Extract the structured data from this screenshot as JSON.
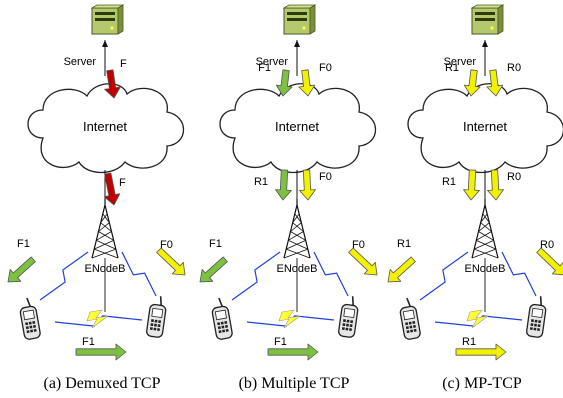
{
  "colors": {
    "red": "#c00000",
    "green": "#7dc142",
    "yellow": "#f2f200",
    "lightning_blue": "#1f3fd6",
    "lightning_yellow": "#ffff33"
  },
  "panels": [
    {
      "server_label": "Server",
      "cloud_label": "Internet",
      "enodeb_label": "ENodeB",
      "caption": "(a) Demuxed TCP",
      "top_arrows": [
        {
          "label": "F",
          "color": "red"
        }
      ],
      "mid_arrows": [
        {
          "label": "F",
          "color": "red"
        }
      ],
      "left_arrow": {
        "label": "F1",
        "color": "green"
      },
      "right_arrow": {
        "label": "F0",
        "color": "yellow"
      },
      "bottom_arrow": {
        "label": "F1",
        "color": "green"
      }
    },
    {
      "server_label": "Server",
      "cloud_label": "Internet",
      "enodeb_label": "ENodeB",
      "caption": "(b) Multiple TCP",
      "top_arrows": [
        {
          "label": "F1",
          "color": "green"
        },
        {
          "label": "F0",
          "color": "yellow"
        }
      ],
      "mid_arrows": [
        {
          "label": "R1",
          "color": "green"
        },
        {
          "label": "F0",
          "color": "yellow"
        }
      ],
      "left_arrow": {
        "label": "F1",
        "color": "green"
      },
      "right_arrow": {
        "label": "F0",
        "color": "yellow"
      },
      "bottom_arrow": {
        "label": "F1",
        "color": "green"
      }
    },
    {
      "server_label": "Server",
      "cloud_label": "Internet",
      "enodeb_label": "ENodeB",
      "caption": "(c) MP-TCP",
      "top_arrows": [
        {
          "label": "R1",
          "color": "yellow"
        },
        {
          "label": "R0",
          "color": "yellow"
        }
      ],
      "mid_arrows": [
        {
          "label": "R1",
          "color": "yellow"
        },
        {
          "label": "R0",
          "color": "yellow"
        }
      ],
      "left_arrow": {
        "label": "R1",
        "color": "yellow"
      },
      "right_arrow": {
        "label": "R0",
        "color": "yellow"
      },
      "bottom_arrow": {
        "label": "R1",
        "color": "yellow"
      }
    }
  ]
}
